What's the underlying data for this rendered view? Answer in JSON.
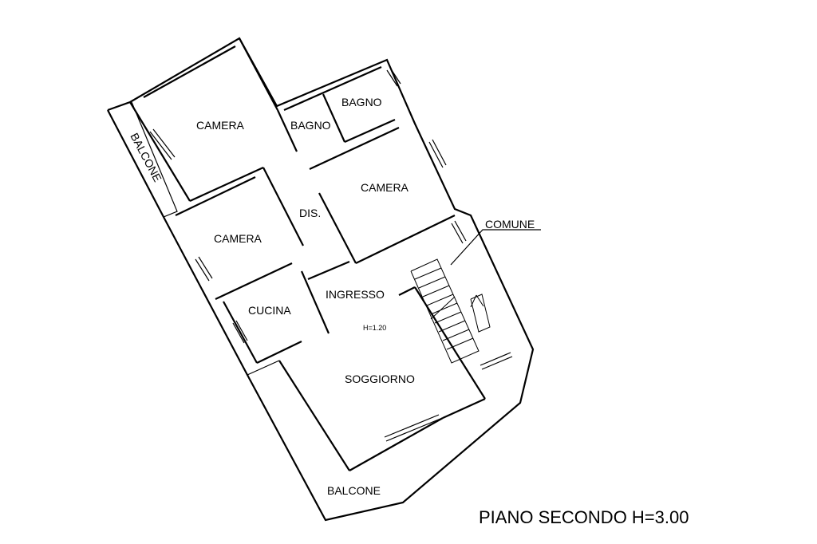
{
  "rooms": {
    "camera_1": "CAMERA",
    "bagno_1": "BAGNO",
    "bagno_2": "BAGNO",
    "camera_2": "CAMERA",
    "camera_3": "CAMERA",
    "dis": "DIS.",
    "ingresso": "INGRESSO",
    "cucina": "CUCINA",
    "soggiorno": "SOGGIORNO",
    "balcone_left": "BALCONE",
    "balcone_bottom": "BALCONE",
    "comune": "COMUNE"
  },
  "height_note": "H=1.20",
  "plan_title": "PIANO SECONDO H=3.00"
}
